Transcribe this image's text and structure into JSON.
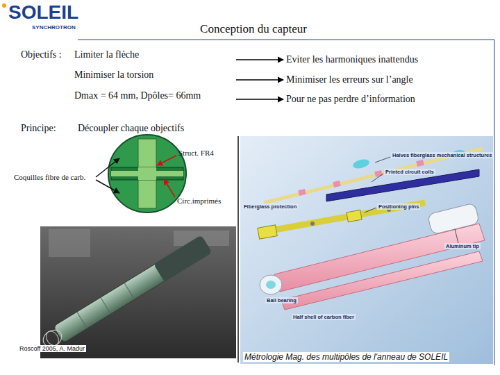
{
  "diagram": {
    "title": "Conception du capteur",
    "nodes": [
      {
        "text": [
          "Limiter la flèche"
        ]
      },
      {
        "text": [
          "Eviter les harmoniques inattendus"
        ]
      },
      {
        "text": [
          "Minimiser la torsion"
        ]
      },
      {
        "text": [
          "Minimiser les erreurs sur l’angle"
        ]
      },
      {
        "text": [
          "Dmax = 64 mm, Dpôles= 66mm"
        ]
      },
      {
        "text": [
          "Pour ne pas perdre d’information"
        ]
      }
    ],
    "edges": [
      {
        "from": 0,
        "to": 1,
        "arrow": "to"
      },
      {
        "from": 2,
        "to": 3,
        "arrow": "to"
      },
      {
        "from": 4,
        "to": 5,
        "arrow": "to"
      }
    ],
    "labels": [
      "SOLEIL",
      "SYNCHROTRON",
      "Objectifs :",
      "Principe:",
      "Découpler chaque objectifs",
      "Struct. FR4",
      "Coquilles fibre de carb.",
      "Circ.imprimés",
      "Halves fiberglass mechanical structures",
      "Printed circuit coils",
      "Fiberglass protection",
      "Positioning pins",
      "Aluminum tip",
      "Ball bearing",
      "Half shell of carbon fiber",
      "Roscoff 2005, A. Madur",
      "Métrologie Mag. des multipôles de l'anneau de SOLEIL"
    ]
  }
}
